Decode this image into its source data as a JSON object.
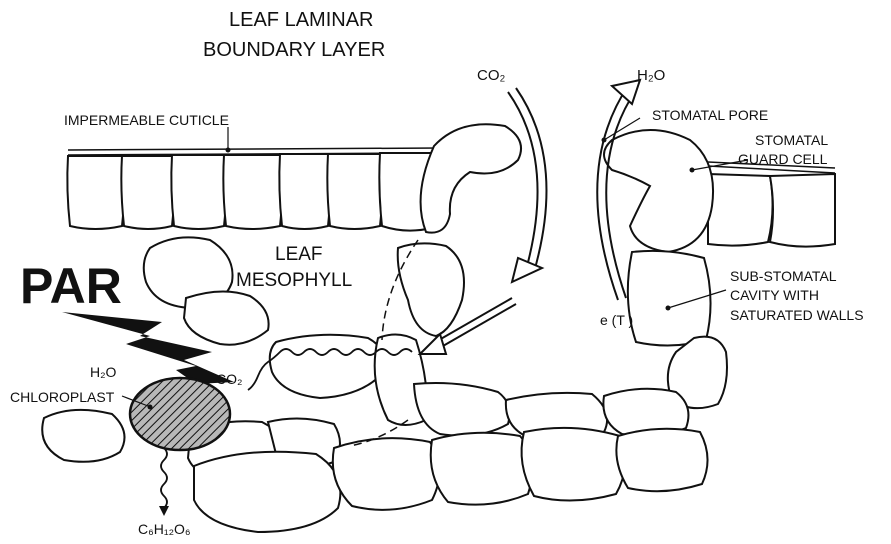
{
  "labels": {
    "boundary_layer_line1": "LEAF LAMINAR",
    "boundary_layer_line2": "BOUNDARY LAYER",
    "co2_top": "CO₂",
    "h2o_top": "H₂O",
    "cuticle": "IMPERMEABLE CUTICLE",
    "stomatal_pore": "STOMATAL PORE",
    "guard_cell_line1": "STOMATAL",
    "guard_cell_line2": "GUARD CELL",
    "mesophyll_line1": "LEAF",
    "mesophyll_line2": "MESOPHYLL",
    "par": "PAR",
    "substomatal_line1": "SUB-STOMATAL",
    "substomatal_line2": "CAVITY WITH",
    "substomatal_line3": "SATURATED WALLS",
    "es_ts": "e  (T )",
    "h2o_chloroplast": "H₂O",
    "co2_chloroplast": "CO₂",
    "chloroplast": "CHLOROPLAST",
    "glucose": "C₆H₁₂O₆"
  },
  "colors": {
    "ink": "#111111",
    "background": "#ffffff"
  }
}
